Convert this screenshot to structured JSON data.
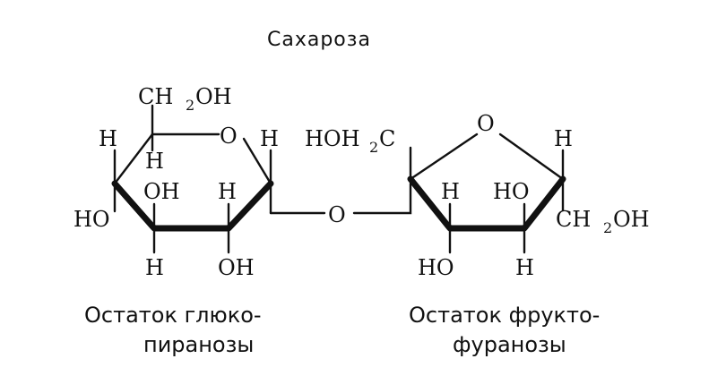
{
  "title": "Сахароза",
  "atoms": {
    "H": "H",
    "O": "O",
    "OH": "OH",
    "HO": "HO",
    "CH": "CH",
    "two": "2",
    "HOH": "HOH",
    "C": "C"
  },
  "captions": {
    "glucose_line1": "Остаток глюко-",
    "glucose_line2": "пиранозы",
    "fructose_line1": "Остаток фрукто-",
    "fructose_line2": "фуранозы"
  }
}
